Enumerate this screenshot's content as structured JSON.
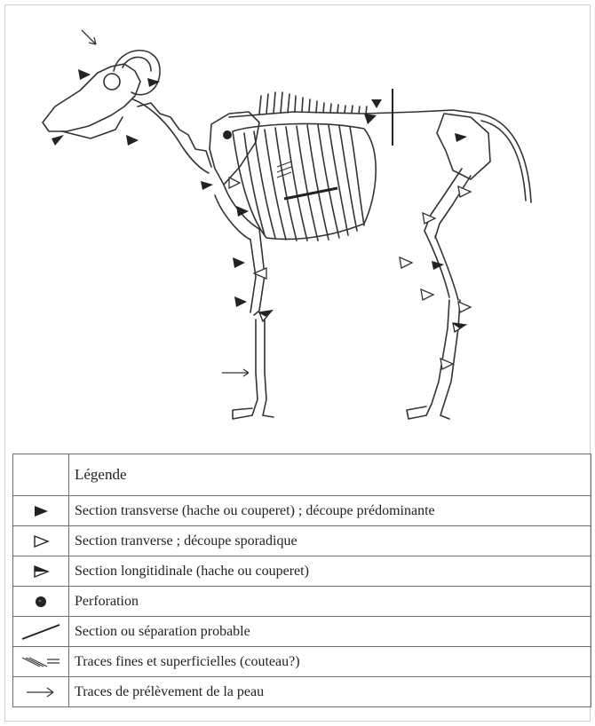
{
  "legend": {
    "title": "Légende",
    "rows": [
      {
        "symbol": "filled-triangle-icon",
        "text": "Section transverse (hache ou couperet) ; découpe prédominante"
      },
      {
        "symbol": "hollow-triangle-icon",
        "text": "Section tranverse ; découpe sporadique"
      },
      {
        "symbol": "half-filled-triangle-icon",
        "text": "Section longitidinale (hache ou couperet)"
      },
      {
        "symbol": "perforation-dot-icon",
        "text": "Perforation"
      },
      {
        "symbol": "diagonal-line-icon",
        "text": "Section ou séparation probable"
      },
      {
        "symbol": "fine-lines-icon",
        "text": "Traces fines et superficielles (couteau?)"
      },
      {
        "symbol": "arrow-icon",
        "text": "Traces de prélèvement de la peau"
      }
    ]
  },
  "colors": {
    "ink": "#222222",
    "border": "#6f6f6f"
  }
}
